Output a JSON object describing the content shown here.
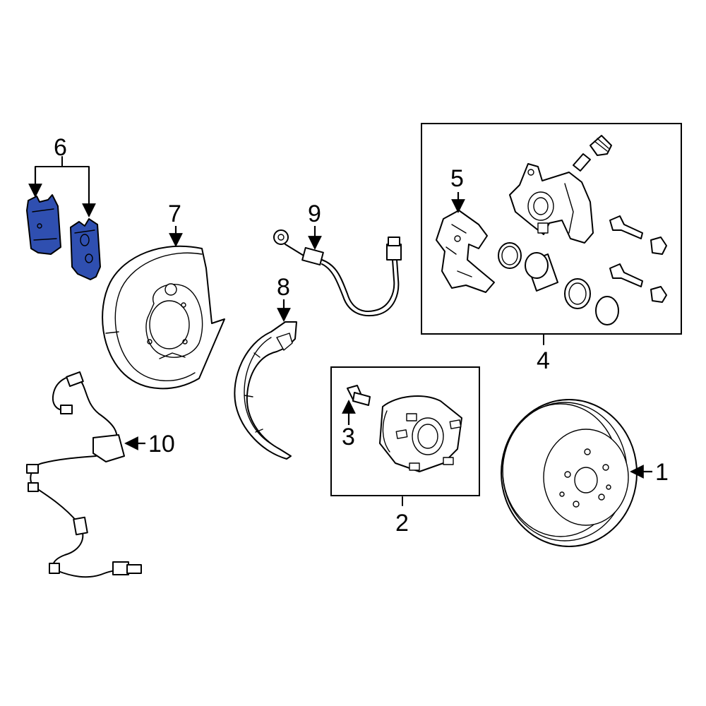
{
  "diagram": {
    "highlight_color": "#2f4fb0",
    "callouts": {
      "c1": "1",
      "c2": "2",
      "c3": "3",
      "c4": "4",
      "c5": "5",
      "c6": "6",
      "c7": "7",
      "c8": "8",
      "c9": "9",
      "c10": "10"
    }
  }
}
